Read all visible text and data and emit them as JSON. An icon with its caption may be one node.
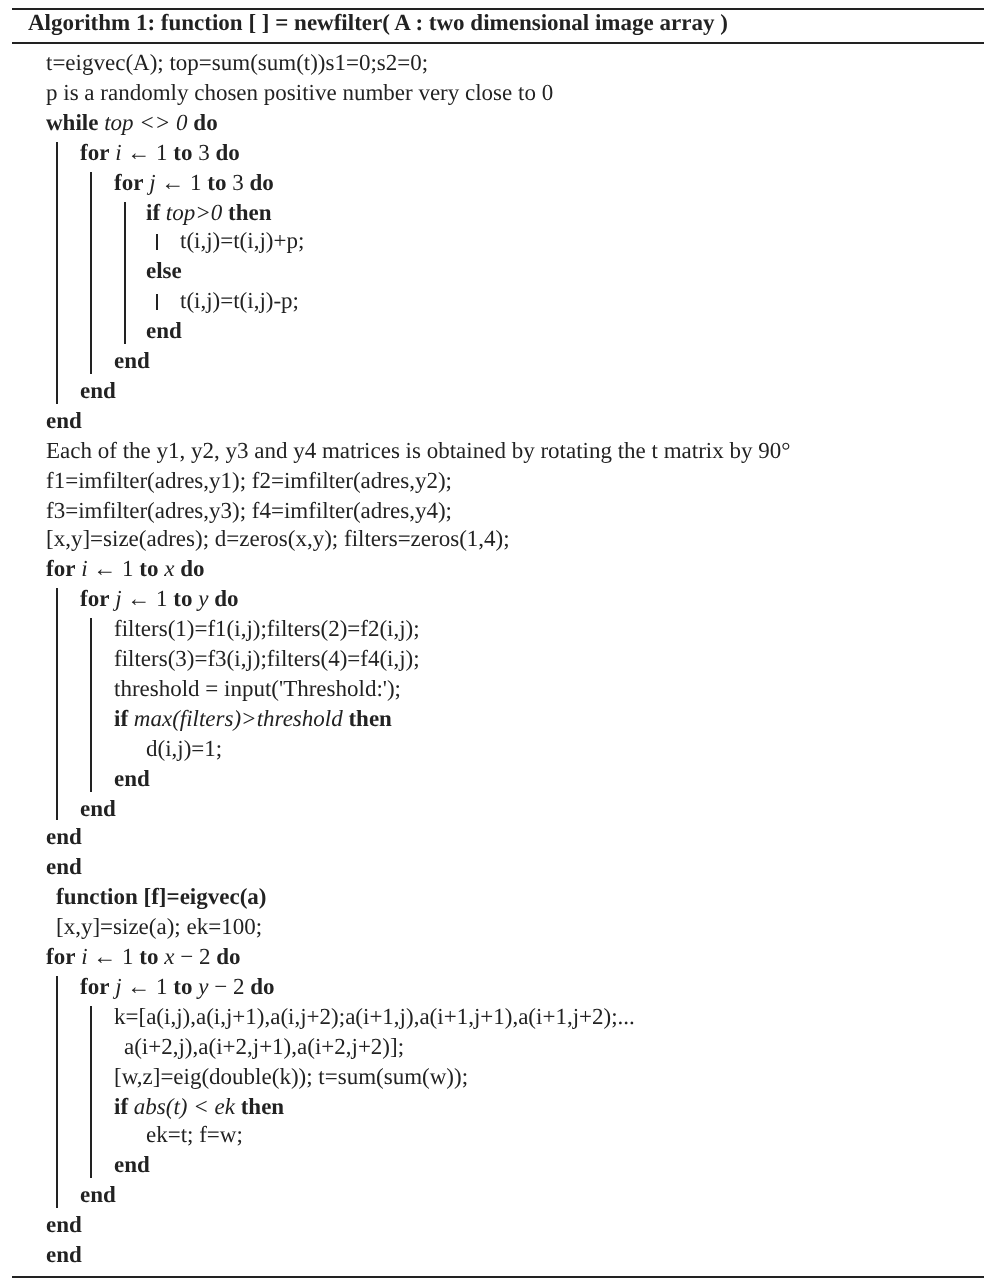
{
  "diagram": {
    "title": "Algorithm 1: function [ ] = newfilter( A : two dimensional image array )",
    "labels": [
      "t=eigvec(A); top=sum(sum(t))s1=0;s2=0;",
      "p is a randomly chosen positive number very close to 0",
      "**while** *top <> 0* **do**",
      "**for** *i* ← 1 **to** 3 **do**",
      "**for** *j* ← 1 **to** 3 **do**",
      "**if** *top>0* **then**",
      "t(i,j)=t(i,j)+p;",
      "**else**",
      "t(i,j)=t(i,j)-p;",
      "**end**",
      "**end**",
      "**end**",
      "**end**",
      "Each of the y1, y2, y3 and y4 matrices is obtained by rotating the t matrix by 90°",
      "f1=imfilter(adres,y1); f2=imfilter(adres,y2);",
      "f3=imfilter(adres,y3); f4=imfilter(adres,y4);",
      "[x,y]=size(adres); d=zeros(x,y); filters=zeros(1,4);",
      "**for** *i* ← 1 **to** *x* **do**",
      "**for** *j* ← 1 **to** *y* **do**",
      "filters(1)=f1(i,j);filters(2)=f2(i,j);",
      "filters(3)=f3(i,j);filters(4)=f4(i,j);",
      "threshold = input('Threshold:');",
      "**if** *max(filters)>threshold* **then**",
      "d(i,j)=1;",
      "**end**",
      "**end**",
      "**end**",
      "**end**",
      "**function [f]=eigvec(a)**",
      "[x,y]=size(a); ek=100;",
      "**for** *i* ← 1 **to** *x* − 2 **do**",
      "**for** *j* ← 1 **to** *y* − 2 **do**",
      "k=[a(i,j),a(i,j+1),a(i,j+2);a(i+1,j),a(i+1,j+1),a(i+1,j+2);...",
      "a(i+2,j),a(i+2,j+1),a(i+2,j+2)];",
      "[w,z]=eig(double(k)); t=sum(sum(w));",
      "**if** *abs(t) < ek* **then**",
      "ek=t; f=w;",
      "**end**",
      "**end**",
      "**end**",
      "**end**"
    ]
  }
}
